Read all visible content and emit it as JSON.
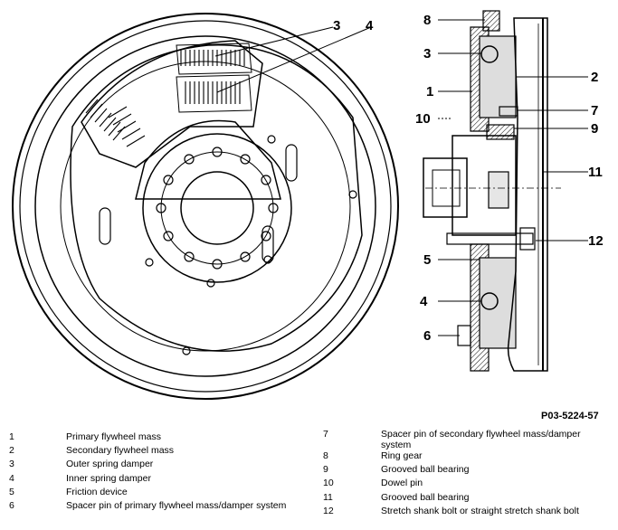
{
  "figure": {
    "ref_code": "P03-5224-57",
    "callouts_front": [
      "3",
      "4"
    ],
    "callouts_section": [
      "8",
      "3",
      "1",
      "10",
      "5",
      "4",
      "6",
      "2",
      "7",
      "9",
      "11",
      "12"
    ]
  },
  "legend_left": [
    {
      "num": "1",
      "text": "Primary flywheel mass"
    },
    {
      "num": "2",
      "text": "Secondary flywheel mass"
    },
    {
      "num": "3",
      "text": "Outer spring damper"
    },
    {
      "num": "4",
      "text": "Inner spring damper"
    },
    {
      "num": "5",
      "text": "Friction device"
    },
    {
      "num": "6",
      "text": "Spacer pin of primary flywheel mass/damper system"
    }
  ],
  "legend_right": [
    {
      "num": "7",
      "text": "Spacer pin of secondary flywheel mass/damper system"
    },
    {
      "num": "8",
      "text": "Ring gear"
    },
    {
      "num": "9",
      "text": "Grooved ball bearing"
    },
    {
      "num": "10",
      "text": "Dowel pin"
    },
    {
      "num": "11",
      "text": "Grooved ball bearing"
    },
    {
      "num": "12",
      "text": "Stretch shank bolt or straight stretch shank bolt"
    }
  ]
}
